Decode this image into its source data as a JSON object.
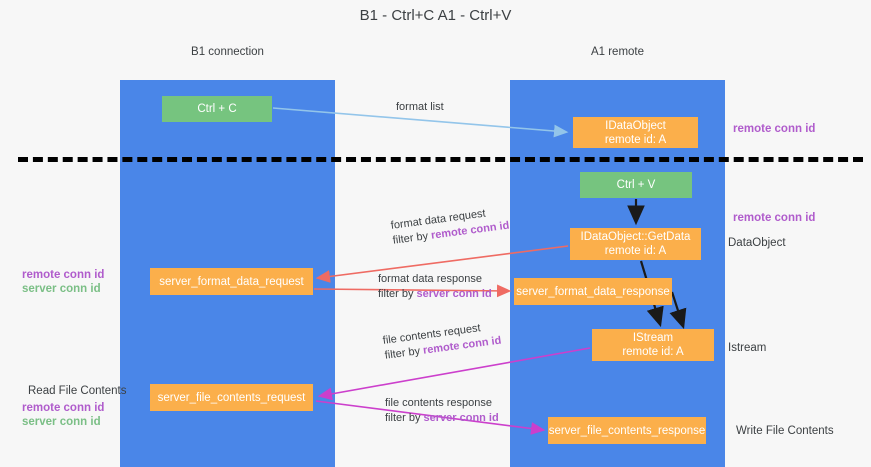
{
  "title": "B1 - Ctrl+C\nA1 - Ctrl+V",
  "lanes": [
    {
      "name": "B1",
      "sub": "connection",
      "label": "B1\nconnection"
    },
    {
      "name": "A1",
      "sub": "remote",
      "label": "A1\nremote"
    }
  ],
  "nodes": {
    "ctrl_c": "Ctrl + C",
    "idataobject": "IDataObject\nremote id: A",
    "ctrl_v": "Ctrl + V",
    "getdata": "IDataObject::GetData\nremote id: A",
    "server_format_data_request": "server_format_data_request",
    "server_format_data_response": "server_format_data_response",
    "istream": "IStream\nremote id: A",
    "server_file_contents_request": "server_file_contents_request",
    "server_file_contents_response": "server_file_contents_response"
  },
  "edges": {
    "format_list": "format list",
    "format_data_request": "format data request",
    "format_data_request_filter_prefix": "filter by ",
    "format_data_request_filter_key": "remote conn id",
    "format_data_response": "format data response",
    "format_data_response_filter_prefix": "filter by ",
    "format_data_response_filter_key": "server conn id",
    "file_contents_request": "file contents request",
    "file_contents_request_filter_prefix": "filter by ",
    "file_contents_request_filter_key": "remote conn id",
    "file_contents_response": "file contents response",
    "file_contents_response_filter_prefix": "filter by ",
    "file_contents_response_filter_key": "server conn id"
  },
  "annotations": {
    "right_remote_conn_id_top": "remote conn id",
    "right_remote_conn_id_mid": "remote conn id",
    "right_dataobject": "DataObject",
    "right_istream": "Istream",
    "right_write_file_contents": "Write File Contents",
    "left_remote_conn_id_1": "remote conn id",
    "left_server_conn_id_1": "server conn id",
    "left_read_file_contents": "Read File Contents",
    "left_remote_conn_id_2": "remote conn id",
    "left_server_conn_id_2": "server conn id"
  },
  "colors": {
    "lane": "#4a86e8",
    "green_box": "#76c47f",
    "orange_box": "#fbaf4b",
    "purple_text": "#b05ccc",
    "green_text": "#7bbf86",
    "arrow_blue": "#93c5ea",
    "arrow_red": "#ef6b63",
    "arrow_magenta": "#cc3fcc",
    "arrow_black": "#1a1a1a",
    "background": "#f7f7f7"
  }
}
